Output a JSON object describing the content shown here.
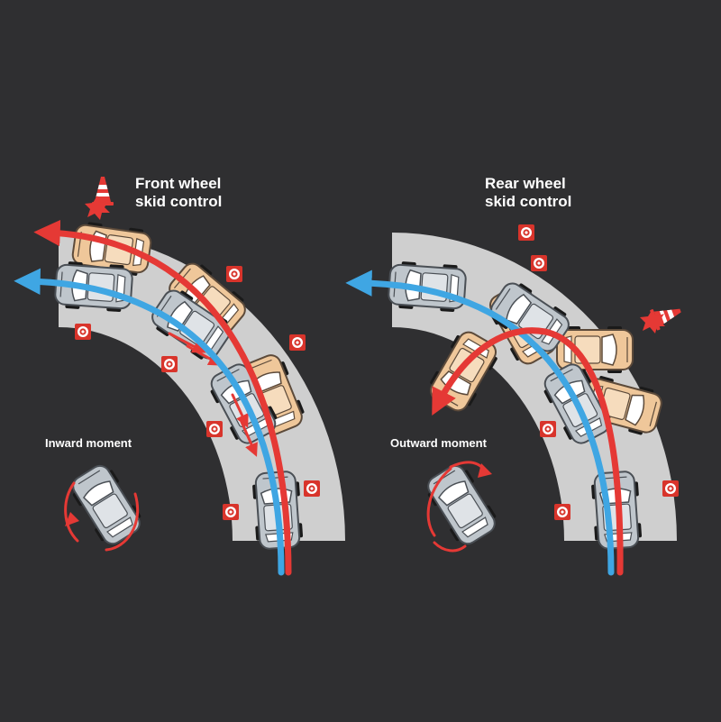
{
  "left_panel": {
    "title_line1": "Front wheel",
    "title_line2": "skid control",
    "moment_label": "Inward moment"
  },
  "right_panel": {
    "title_line1": "Rear wheel",
    "title_line2": "skid control",
    "moment_label": "Outward moment"
  },
  "colors": {
    "background": "#2f2f31",
    "road": "#cfcfcf",
    "red_path": "#e53935",
    "blue_path": "#3fa6e3",
    "car_grey": "#bfc6cc",
    "car_tan": "#efc79a",
    "marker": "#d8342b"
  },
  "icons": [
    "traffic-cone-icon",
    "collision-burst-icon",
    "road-marker-icon",
    "car-icon",
    "rotation-arrow-icon"
  ]
}
